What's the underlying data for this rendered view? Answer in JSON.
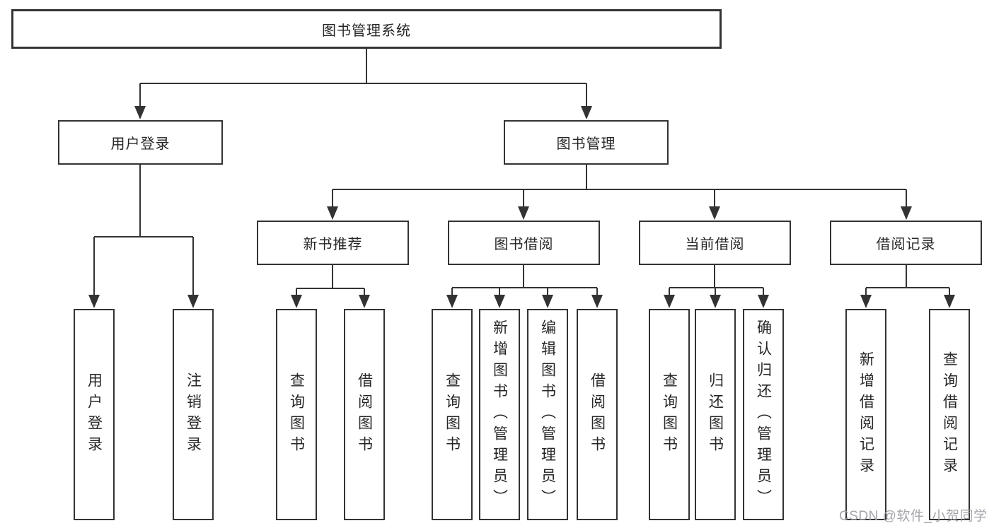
{
  "diagram": {
    "root": "图书管理系统",
    "branches": [
      {
        "label": "用户登录",
        "children": [
          "用户登录",
          "注销登录"
        ]
      },
      {
        "label": "图书管理"
      }
    ],
    "modules": [
      {
        "label": "新书推荐",
        "children": [
          "查询图书",
          "借阅图书"
        ]
      },
      {
        "label": "图书借阅",
        "children": [
          "查询图书",
          "新增图书（管理员）",
          "编辑图书（管理员）",
          "借阅图书"
        ]
      },
      {
        "label": "当前借阅",
        "children": [
          "查询图书",
          "归还图书",
          "确认归还（管理员）"
        ]
      },
      {
        "label": "借阅记录",
        "children": [
          "新增借阅记录",
          "查询借阅记录"
        ]
      }
    ]
  },
  "watermark": "CSDN @软件_小贺同学",
  "colors": {
    "line": "#333333",
    "text": "#262626",
    "watermark": "#a0a0a6",
    "background": "#ffffff"
  }
}
